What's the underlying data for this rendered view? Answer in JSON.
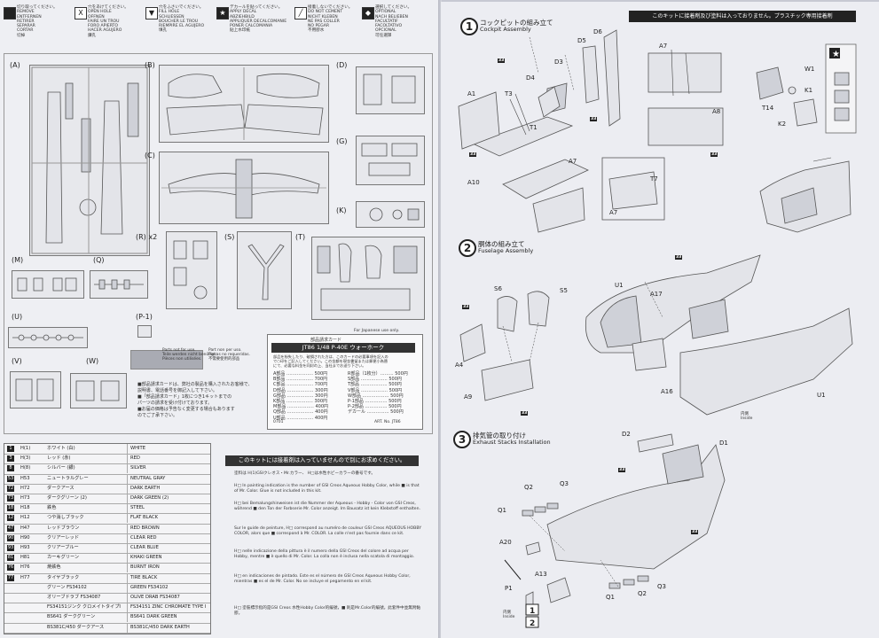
{
  "left_page": {
    "symbols": [
      {
        "name": "cut",
        "box": "",
        "text": "切り取ってください。\nREMOVE\nENTFERNEN\nRETIRER\nSEPARAR\nCORTAR\n切掉"
      },
      {
        "name": "drill",
        "box": "X",
        "text": "穴をあけてください。\nOPEN HOLE\nOFFNEN\nFAIRE UN TROU\nFORO APIERTO\nHACER AGUJERO\n鑽孔"
      },
      {
        "name": "fill",
        "box": "▼",
        "text": "穴をふさいでください。\nFILL HOLE\nSCHLIESSEN\nBOUCHER LE TROU\nRIEMPIRE EL AGUJERO\n填孔"
      },
      {
        "name": "decal",
        "box": "★",
        "text": "デカールを貼ってください。\nAPPLY DECAL\nABZIEHBILD\nAPPLIQUER DECALCOMANIE\nPONER CALCOMANIA\n貼上水印紙"
      },
      {
        "name": "no-cement",
        "box": "╱",
        "text": "接着しないでください。\nDO NOT CEMENT\nNICHT KLEBEN\nNE PAS COLLER\nNO PEGAR\n不用膠水"
      },
      {
        "name": "optional",
        "box": "◆",
        "text": "選択してください。\nOPTIONAL\nNACH BELIEBEN\nFACULTATIF\nFACOLTATIVO\nOPCIONAL\n可任選擇"
      }
    ],
    "sprue_labels": [
      "(A)",
      "(B)",
      "(C)",
      "(D)",
      "(G)",
      "(K)",
      "(R) x2",
      "(S)",
      "(T)",
      "(M)",
      "(Q)",
      "(U)",
      "(P-1)",
      "(V)",
      "(W)"
    ],
    "part_not_for_use": {
      "jp": "不要部品",
      "en": "Parts not for use.\nTeile werden nicht benötigt.\nPièces non utilisées.",
      "en2": "Part non per uso.\nPiezas no requeridas.\n不需要使用的部品"
    },
    "jp_notes": [
      "■部品請求カードは、弊社の製品を購入されたお客様で、",
      "  説明書、電話番号を御記入して下さい。",
      "■「部品請求カード」1枚につき1キットまでの",
      "  パーツの請求を受け付けております。",
      "■お届の価格は予告なく変更する場合もあります",
      "  のでご了承下さい。"
    ],
    "order_card": {
      "for_japan": "For Japanese use only.",
      "header": "部品請求カード",
      "title": "JT86 1/48 P-40E ウォーホーク",
      "intro": "部品を紛失したり、破損された方は、このカードの必要事項を記入の\nで○印をご記入してください。この金額を現金書留または郵便小為替\nにて、必要な料金を同封の上、当社までお送り下さい。",
      "left": [
        "A部品 ……………… 500円",
        "B部品 ……………… 700円",
        "C部品 ……………… 700円",
        "D部品 ……………… 300円",
        "G部品 ……………… 300円",
        "K部品 ……………… 300円",
        "M部品 ……………… 400円",
        "Q部品 ……………… 400円",
        "U部品 ……………… 400円"
      ],
      "right": [
        "R部品（1枚分）……… 500円",
        "S部品 ……………… 500円",
        "T部品 ……………… 500円",
        "V部品 ……………… 500円",
        "W部品 ……………… 500円",
        "P-1部品 …………… 500円",
        "P-2部品 …………… 500円",
        "デカール …………… 500円"
      ],
      "code": "0701",
      "art": "ART. No. JT86"
    },
    "color_table": [
      {
        "num": "1",
        "code": "H(1)",
        "jp": "ホワイト (白)",
        "en": "WHITE"
      },
      {
        "num": "3",
        "code": "H(3)",
        "jp": "レッド (赤)",
        "en": "RED"
      },
      {
        "num": "8",
        "code": "H(8)",
        "jp": "シルバー (銀)",
        "en": "SILVER"
      },
      {
        "num": "53",
        "code": "H53",
        "jp": "ニュートラルグレー",
        "en": "NEUTRAL GRAY"
      },
      {
        "num": "72",
        "code": "H72",
        "jp": "ダークアース",
        "en": "DARK EARTH"
      },
      {
        "num": "73",
        "code": "H73",
        "jp": "ダークグリーン (2)",
        "en": "DARK GREEN (2)"
      },
      {
        "num": "18",
        "code": "H18",
        "jp": "鉄色",
        "en": "STEEL"
      },
      {
        "num": "12",
        "code": "H12",
        "jp": "つや消しブラック",
        "en": "FLAT BLACK"
      },
      {
        "num": "47",
        "code": "H47",
        "jp": "レッドブラウン",
        "en": "RED BROWN"
      },
      {
        "num": "90",
        "code": "H90",
        "jp": "クリアーレッド",
        "en": "CLEAR RED"
      },
      {
        "num": "93",
        "code": "H93",
        "jp": "クリアーブルー",
        "en": "CLEAR BLUE"
      },
      {
        "num": "81",
        "code": "H81",
        "jp": "カーキグリーン",
        "en": "KHAKI GREEN"
      },
      {
        "num": "76",
        "code": "H76",
        "jp": "焼鉄色",
        "en": "BURNT IRON"
      },
      {
        "num": "77",
        "code": "H77",
        "jp": "タイヤブラック",
        "en": "TIRE BLACK"
      },
      {
        "num": "",
        "code": "",
        "jp": "グリーン FS34102",
        "en": "GREEN FS34102"
      },
      {
        "num": "",
        "code": "",
        "jp": "オリーブドラブ FS34087",
        "en": "OLIVE DRAB FS34087"
      },
      {
        "num": "",
        "code": "",
        "jp": "FS34151ジンク クロメイトタイプI",
        "en": "FS34151 ZINC CHROMATE TYPE I"
      },
      {
        "num": "",
        "code": "",
        "jp": "BS641 ダークグリーン",
        "en": "BS641 DARK GREEN"
      },
      {
        "num": "",
        "code": "",
        "jp": "BS381C/450 ダークアース",
        "en": "BS381C/450 DARK EARTH"
      }
    ],
    "paint_note": {
      "header": "このキットには接着剤は入っていませんので別にお求めください。",
      "lines": [
        "塗料は H(1)GSIクレオス・Mr.カラー、 H□は水性ホビーカラーの番号です。",
        "H□ In painting indication is the number of GSI Creos Aqueous Hobby Color, while ■ is that of Mr. Color. Glue is not included in this kit.",
        "H□ bei Bemalungshinweisen ist die Nummer der Aqueous - Hobby - Color von GSI Creos, während ■ den Ton der Farbserie Mr. Color anzeigt. Im Bausatz ist kein Klebstoff enthalten.",
        "Sur le guide de peinture, H□ correspond au numéro de couleur GSI Creos AQUEOUS HOBBY COLOR, alors que ■ correspond à Mr. COLOR. La colle n'est pas fournie dans ce kit.",
        "H□ nelle indicazione della pittura è il numero della GSI Creos del colore ad acqua per Hobby, mentre ■ è quello di Mr. Color. La colla non è inclusa nella scatola di montaggio.",
        "H□ en indicaciones de pintado. Este es el número de GSI Creos Aqueous Hobby Color, mientras ■ es el de Mr. Color. No se incluye el pegamento en el kit.",
        "H□ 塗裝標示指的是GSI Creos 水性Hobby Color的編號，■ 則是Mr.Color的編號。此套件中並無附黏膠。"
      ]
    }
  },
  "right_page": {
    "warning": "このキットに接着剤及び塗料は入っておりません。プラスチック専用接着剤",
    "steps": [
      {
        "num": "1",
        "jp": "コックピットの組み立て",
        "en": "Cockpit Assembly"
      },
      {
        "num": "2",
        "jp": "胴体の組み立て",
        "en": "Fuselage Assembly"
      },
      {
        "num": "3",
        "jp": "排気管の取り付け",
        "en": "Exhaust Stacks Installation"
      }
    ],
    "labels": {
      "step1": [
        "D5",
        "D6",
        "D3",
        "D4",
        "A7",
        "W1",
        "K1",
        "T14",
        "K2",
        "A8",
        "A1",
        "T3",
        "T1",
        "A10",
        "A7",
        "T7",
        "A7"
      ],
      "step2": [
        "A17",
        "U1",
        "S6",
        "S5",
        "A4",
        "A9",
        "A16",
        "U1"
      ],
      "step3": [
        "D2",
        "D1",
        "Q2",
        "Q3",
        "Q1",
        "A20",
        "P1",
        "A13",
        "Q1",
        "Q3",
        "Q2"
      ]
    },
    "paint_badges": [
      "33",
      "33",
      "33",
      "33",
      "33",
      "33",
      "33",
      "33",
      "33",
      "33"
    ],
    "inside_note": "内側\nInside",
    "inside_note2": "内側\nInside"
  }
}
